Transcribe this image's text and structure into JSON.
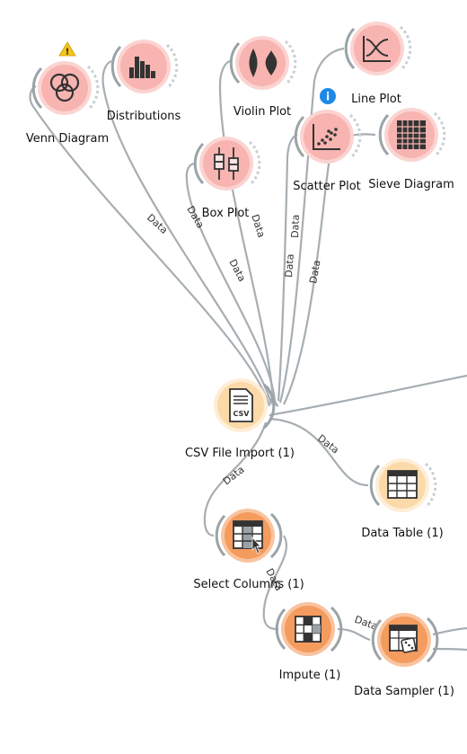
{
  "colors": {
    "vis_fill": "#f8b4b1",
    "vis_rim": "#fbd4d1",
    "data_fill": "#fcd9a9",
    "data_rim": "#feeed6",
    "transform_fill": "#f49b5e",
    "transform_rim": "#f9c39f",
    "link": "#a6aeb3",
    "warning": "#f5c518",
    "info": "#1e88e5"
  },
  "nodes": {
    "venn": {
      "title": "Venn Diagram",
      "icon": "venn-icon",
      "badge": "warning"
    },
    "distributions": {
      "title": "Distributions",
      "icon": "histogram-icon"
    },
    "violin": {
      "title": "Violin Plot",
      "icon": "violin-icon"
    },
    "line": {
      "title": "Line Plot",
      "icon": "line-plot-icon"
    },
    "box": {
      "title": "Box Plot",
      "icon": "box-plot-icon"
    },
    "scatter": {
      "title": "Scatter Plot",
      "icon": "scatter-plot-icon",
      "badge": "info"
    },
    "sieve": {
      "title": "Sieve Diagram",
      "icon": "sieve-icon"
    },
    "csv": {
      "title": "CSV File Import (1)",
      "icon": "csv-file-icon"
    },
    "table": {
      "title": "Data Table (1)",
      "icon": "table-icon"
    },
    "select": {
      "title": "Select Columns (1)",
      "icon": "select-columns-icon"
    },
    "impute": {
      "title": "Impute (1)",
      "icon": "impute-icon"
    },
    "sampler": {
      "title": "Data Sampler (1)",
      "icon": "dice-icon"
    }
  },
  "badges": {
    "info": "i",
    "warning": "!"
  },
  "icon_text": {
    "csv": "CSV"
  },
  "links": {
    "venn": "Data",
    "box_a": "Data",
    "box_b": "Data",
    "dist": "Data",
    "scatter": "Data",
    "scatter_b": "Data",
    "sieve": "Data",
    "table": "Data",
    "select": "Data",
    "impute": "Data",
    "sampler": "Data"
  }
}
